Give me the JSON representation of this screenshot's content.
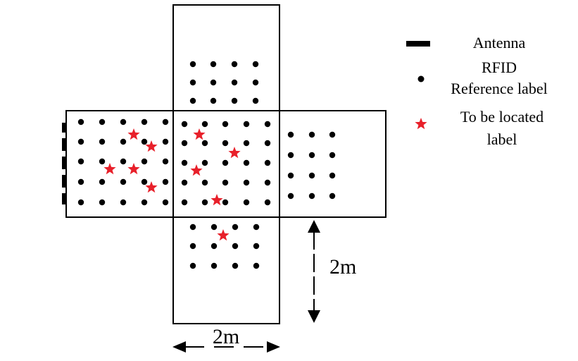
{
  "legend": {
    "antenna": "Antenna",
    "reference_label_line1": "RFID",
    "reference_label_line2": "Reference label",
    "located_label_line1": "To be located",
    "located_label_line2": "label"
  },
  "dimensions": {
    "vertical": "2m",
    "horizontal": "2m"
  },
  "colors": {
    "outline": "#000000",
    "reference_dot": "#000000",
    "star": "#e8202a"
  },
  "icons": {
    "antenna": "antenna-bar-icon",
    "reference": "black-dot-icon",
    "located": "red-star-icon"
  }
}
